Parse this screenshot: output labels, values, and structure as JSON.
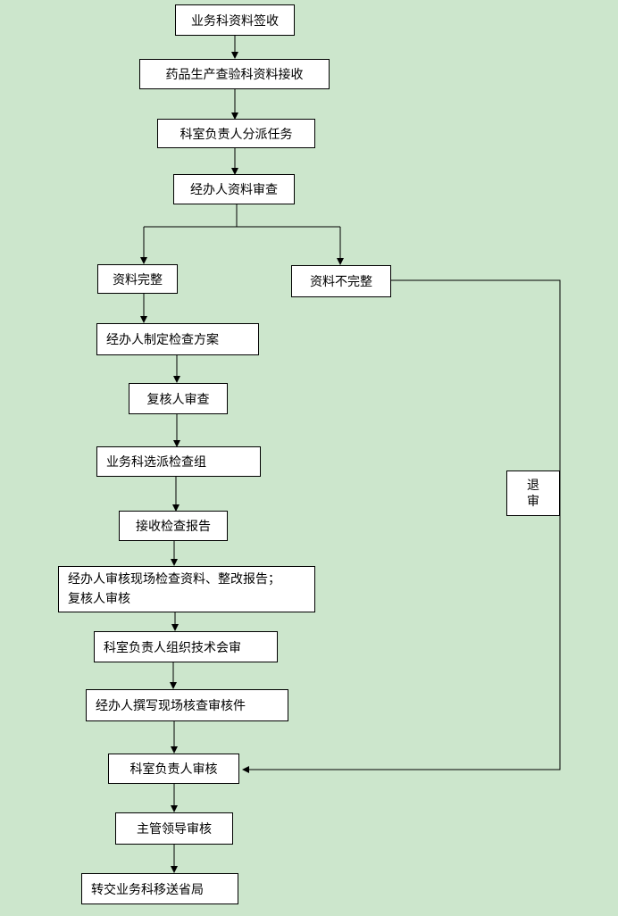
{
  "flow": {
    "s1": "业务科资料签收",
    "s2": "药品生产查验科资料接收",
    "s3": "科室负责人分派任务",
    "s4": "经办人资料审查",
    "complete": "资料完整",
    "incomplete": "资料不完整",
    "s5": "经办人制定检查方案",
    "s6": "复核人审查",
    "s7": "业务科选派检查组",
    "s8": "接收检查报告",
    "s9_line1": "经办人审核现场检查资料、整改报告；",
    "s9_line2": "复核人审核",
    "s10": "科室负责人组织技术会审",
    "s11": "经办人撰写现场核查审核件",
    "s12": "科室负责人审核",
    "s13": "主管领导审核",
    "s14": "转交业务科移送省局",
    "return_char1": "退",
    "return_char2": "审"
  }
}
